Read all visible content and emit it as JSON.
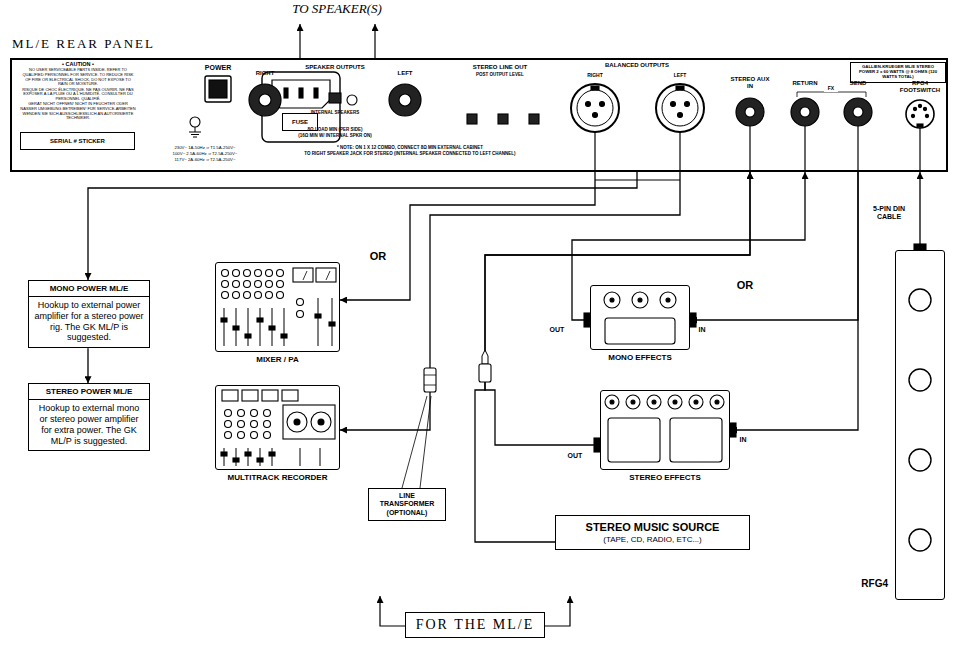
{
  "diagram": {
    "nodes": [
      {
        "text": [
          "ML/E REAR PANEL"
        ]
      },
      {
        "text": [
          "SERIAL # STICKER"
        ],
        "in": 0
      },
      {
        "text": [
          "FUSE"
        ],
        "in": 0
      },
      {
        "text": [
          "GALLIEN-KRUEGER ML/E STEREO POWER 2 x 60 WATTS @ 8 OHMS (120 WATTS TOTAL)"
        ],
        "in": 0
      },
      {
        "text": [
          "MONO POWER ML/E",
          "Hookup to external power amplifier for a stereo power rig. The GK ML/P is suggested."
        ]
      },
      {
        "text": [
          "STEREO POWER ML/E",
          "Hookup to external mono or stereo power amplifier for extra power. The GK ML/P is suggested."
        ]
      },
      {
        "text": [
          "MIXER / PA"
        ]
      },
      {
        "text": [
          "MULTITRACK RECORDER"
        ]
      },
      {
        "text": [
          "LINE TRANSFORMER (OPTIONAL)"
        ]
      },
      {
        "text": [
          "MONO EFFECTS"
        ]
      },
      {
        "text": [
          "STEREO EFFECTS"
        ]
      },
      {
        "text": [
          "STEREO MUSIC SOURCE",
          "(TAPE, CD, RADIO, ETC...)"
        ]
      },
      {
        "text": [
          "RFG4"
        ]
      },
      {
        "text": [
          "FOR THE ML/E"
        ]
      }
    ],
    "edges": [
      {
        "from": 0,
        "to": 4,
        "arrow": "to"
      },
      {
        "from": 4,
        "to": 5,
        "arrow": "to"
      },
      {
        "from": 0,
        "to": 6,
        "arrow": "to"
      },
      {
        "from": 0,
        "to": 7,
        "arrow": "to"
      },
      {
        "from": 0,
        "to": 9,
        "arrow": "to"
      },
      {
        "from": 9,
        "to": 0,
        "arrow": "to"
      },
      {
        "from": 0,
        "to": 10,
        "arrow": "to"
      },
      {
        "from": 10,
        "to": 0,
        "arrow": "to"
      },
      {
        "from": 11,
        "to": 0,
        "arrow": "to"
      },
      {
        "from": 12,
        "to": 0,
        "arrow": "to"
      }
    ],
    "labels": [
      "TO SPEAKER(S)",
      "• CAUTION •",
      "NO USER SERVICEABLE PARTS INSIDE. REFER TO QUALIFIED PERSONNEL FOR SERVICE. TO REDUCE RISK OF FIRE OR ELECTRICAL SHOCK, DO NOT EXPOSE TO RAIN OR MOISTURE.",
      "RISQUE DE CHOC ÉLECTRIQUE. NE PAS OUVRIR. NE PAS EXPOSER À LA PLUIE OU À L'HUMIDITÉ. CONSULTER DU PERSONNEL QUALIFIÉ.",
      "GERÄT NICHT ÖFFNEN! NICHT IN FEUCHTER ODER NASSER UMGEBUNG BETREIBEN! FÜR SERVICE-ARBEITEN WENDEN SIE SICH AUSSCHLIESSLICH AN AUTORISIERTE TECHNIKER.",
      "POWER",
      "230V~ 1A-50Hz ⇒ T1.5A-250V~",
      "100V~ 2.5A-60Hz ⇒ T2.5A-250V~",
      "117V~ 2A-60Hz ⇒ T2.5A-250V~",
      "RIGHT",
      "SPEAKER OUTPUTS",
      "LEFT",
      "INTERNAL SPEAKERS",
      "STEREO LINE OUT",
      "POST OUTPUT LEVEL",
      "8Ω LOAD MIN (PER SIDE)",
      "(16Ω MIN W/ INTERNAL SPKR ON)",
      "* NOTE: ON 1 X 12 COMBO, CONNECT 8Ω MIN EXTERNAL CABINET",
      "TO RIGHT SPEAKER JACK FOR STEREO (INTERNAL SPEAKER CONNECTED TO LEFT CHANNEL)",
      "BALANCED OUTPUTS",
      "RIGHT",
      "LEFT",
      "STEREO AUX IN",
      "RETURN",
      "FX",
      "SEND",
      "RFG4 FOOTSWITCH",
      "OR",
      "OR",
      "OUT",
      "IN",
      "OUT",
      "IN",
      "5-PIN DIN CABLE"
    ]
  }
}
